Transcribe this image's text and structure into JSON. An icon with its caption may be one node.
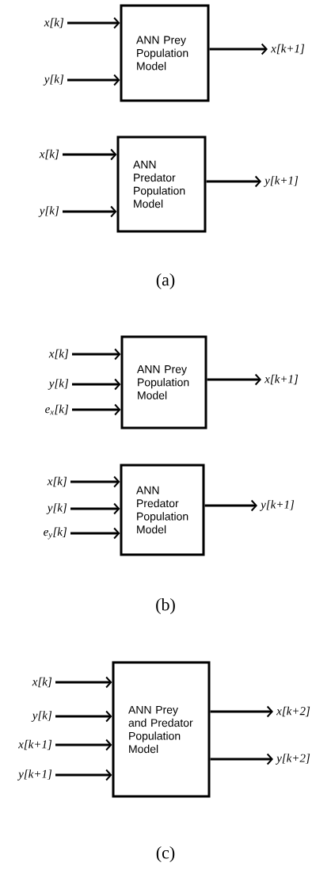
{
  "diagram": {
    "nodes": [
      {
        "text": [
          "x[k]"
        ]
      },
      {
        "text": [
          "y[k]"
        ]
      },
      {
        "text": [
          "ANN Prey Population Model"
        ]
      },
      {
        "text": [
          "x[k+1]"
        ]
      },
      {
        "text": [
          "x[k]"
        ]
      },
      {
        "text": [
          "y[k]"
        ]
      },
      {
        "text": [
          "ANN Predator Population Model"
        ]
      },
      {
        "text": [
          "y[k+1]"
        ]
      },
      {
        "text": [
          "x[k]"
        ]
      },
      {
        "text": [
          "y[k]"
        ]
      },
      {
        "text": [
          "e$_{x}$[k]"
        ]
      },
      {
        "text": [
          "ANN Prey Population Model"
        ]
      },
      {
        "text": [
          "x[k+1]"
        ]
      },
      {
        "text": [
          "x[k]"
        ]
      },
      {
        "text": [
          "y[k]"
        ]
      },
      {
        "text": [
          "e$_{y}$[k]"
        ]
      },
      {
        "text": [
          "ANN Predator Population Model"
        ]
      },
      {
        "text": [
          "y[k+1]"
        ]
      },
      {
        "text": [
          "x[k]"
        ]
      },
      {
        "text": [
          "y[k]"
        ]
      },
      {
        "text": [
          "x[k+1]"
        ]
      },
      {
        "text": [
          "y[k+1]"
        ]
      },
      {
        "text": [
          "ANN Prey and Predator Population Model"
        ]
      },
      {
        "text": [
          "x[k+2]"
        ]
      },
      {
        "text": [
          "y[k+2]"
        ]
      }
    ],
    "edges": [
      {
        "from": 0,
        "to": 2,
        "arrow": "to"
      },
      {
        "from": 1,
        "to": 2,
        "arrow": "to"
      },
      {
        "from": 2,
        "to": 3,
        "arrow": "to"
      },
      {
        "from": 4,
        "to": 6,
        "arrow": "to"
      },
      {
        "from": 5,
        "to": 6,
        "arrow": "to"
      },
      {
        "from": 6,
        "to": 7,
        "arrow": "to"
      },
      {
        "from": 8,
        "to": 11,
        "arrow": "to"
      },
      {
        "from": 9,
        "to": 11,
        "arrow": "to"
      },
      {
        "from": 10,
        "to": 11,
        "arrow": "to"
      },
      {
        "from": 11,
        "to": 12,
        "arrow": "to"
      },
      {
        "from": 13,
        "to": 16,
        "arrow": "to"
      },
      {
        "from": 14,
        "to": 16,
        "arrow": "to"
      },
      {
        "from": 15,
        "to": 16,
        "arrow": "to"
      },
      {
        "from": 16,
        "to": 17,
        "arrow": "to"
      },
      {
        "from": 18,
        "to": 22,
        "arrow": "to"
      },
      {
        "from": 19,
        "to": 22,
        "arrow": "to"
      },
      {
        "from": 20,
        "to": 22,
        "arrow": "to"
      },
      {
        "from": 21,
        "to": 22,
        "arrow": "to"
      },
      {
        "from": 22,
        "to": 23,
        "arrow": "to"
      },
      {
        "from": 22,
        "to": 24,
        "arrow": "to"
      }
    ],
    "labels": [
      "(a)",
      "(b)",
      "(c)"
    ]
  }
}
